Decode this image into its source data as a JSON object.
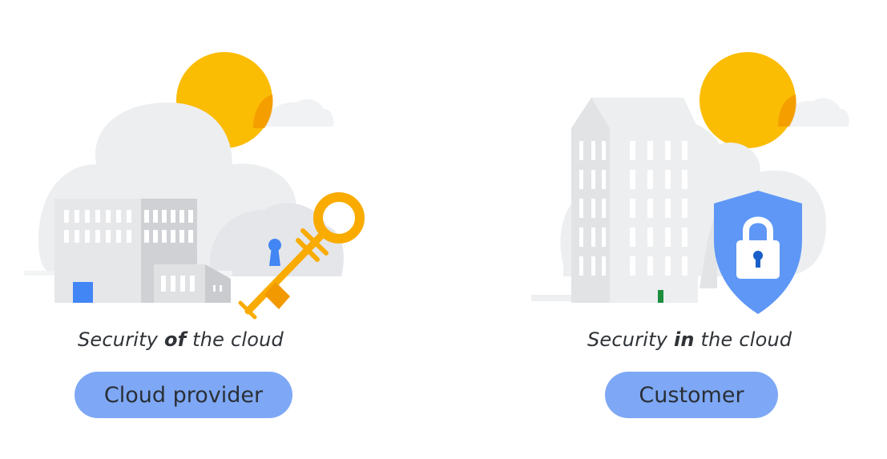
{
  "panels": [
    {
      "id": "cloud-provider",
      "caption": {
        "prefix": "Security ",
        "emphasis": "of",
        "suffix": " the cloud"
      },
      "label": "Cloud provider",
      "illustration": [
        "sun",
        "cloud",
        "office-buildings",
        "keyhole",
        "key"
      ]
    },
    {
      "id": "customer",
      "caption": {
        "prefix": "Security ",
        "emphasis": "in",
        "suffix": " the cloud"
      },
      "label": "Customer",
      "illustration": [
        "sun",
        "cloud",
        "tall-building",
        "shield-with-padlock"
      ]
    }
  ],
  "colors": {
    "sun": "#fbbc04",
    "sun_shade": "#f29900",
    "cloud": "#eceef0",
    "building_light": "#e6e7e9",
    "building_dark": "#cfd1d4",
    "key": "#f9ab00",
    "blue": "#4285f4",
    "shield": "#5e97f6",
    "green": "#1e8e3e",
    "pill": "#7ea8f5",
    "text": "#2f3337"
  }
}
